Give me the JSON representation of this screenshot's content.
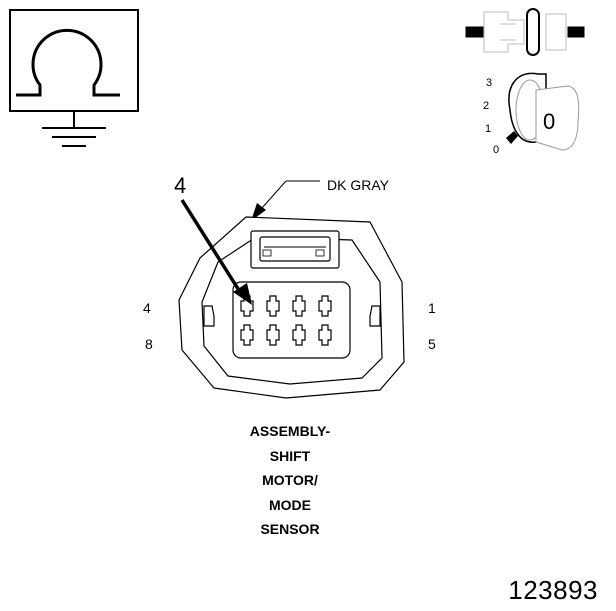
{
  "connector": {
    "wire_color_label": "DK GRAY",
    "callout_number": "4",
    "pin_labels": {
      "top_left": "4",
      "bottom_left": "8",
      "top_right": "1",
      "bottom_right": "5"
    }
  },
  "ignition_key": {
    "positions": [
      "3",
      "2",
      "1",
      "0"
    ],
    "key_face": "0"
  },
  "caption": [
    "ASSEMBLY-",
    "SHIFT",
    "MOTOR/",
    "MODE",
    "SENSOR"
  ],
  "figure_number": "123893",
  "icons": [
    "ohmmeter-ground-icon",
    "connector-disconnect-icon",
    "ignition-key-icon"
  ]
}
